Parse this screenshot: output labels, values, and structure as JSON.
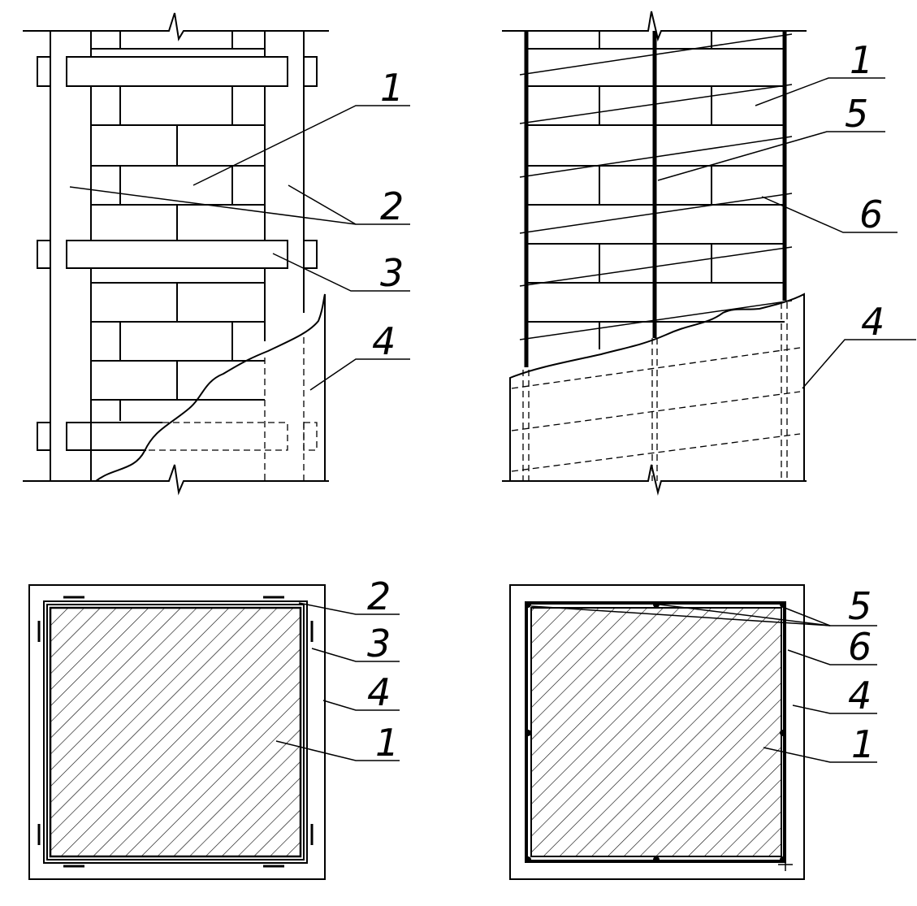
{
  "figures": [
    {
      "id": "elevation-left",
      "callouts": [
        "1",
        "2",
        "3",
        "4"
      ]
    },
    {
      "id": "elevation-right",
      "callouts": [
        "1",
        "5",
        "6",
        "4"
      ]
    },
    {
      "id": "section-left",
      "callouts": [
        "2",
        "3",
        "4",
        "1"
      ]
    },
    {
      "id": "section-right",
      "callouts": [
        "5",
        "6",
        "4",
        "1"
      ]
    }
  ]
}
